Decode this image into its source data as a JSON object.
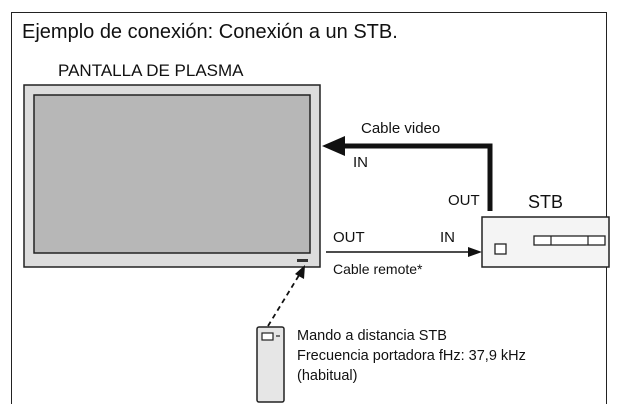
{
  "title": "Ejemplo de conexión: Conexión a un STB.",
  "panel": {
    "label": "PANTALLA DE PLASMA"
  },
  "video_connection": {
    "cable_label": "Cable video",
    "in_label": "IN",
    "out_label": "OUT"
  },
  "remote_connection": {
    "out_label": "OUT",
    "in_label": "IN",
    "cable_label": "Cable remote*"
  },
  "stb": {
    "label": "STB"
  },
  "remote_control": {
    "line1": "Mando a distancia STB",
    "line2": "Frecuencia portadora fHz: 37,9 kHz",
    "line3": "(habitual)"
  }
}
